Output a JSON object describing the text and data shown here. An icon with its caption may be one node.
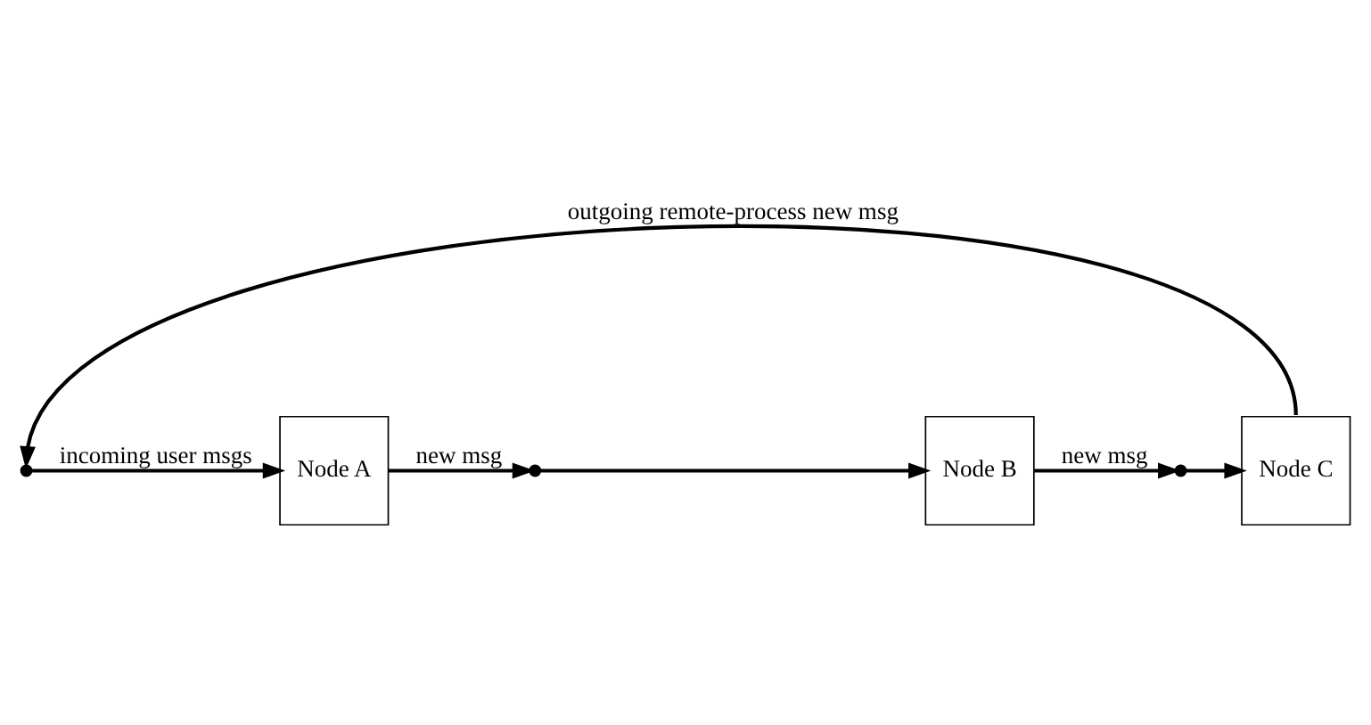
{
  "diagram": {
    "nodes": [
      {
        "text": [
          "Node A"
        ]
      },
      {
        "text": [
          "Node B"
        ]
      },
      {
        "text": [
          "Node C"
        ]
      },
      {
        "text": [],
        "shape": "circle"
      },
      {
        "text": [],
        "shape": "circle"
      },
      {
        "text": [],
        "shape": "circle"
      }
    ],
    "edges": [
      {
        "from": 3,
        "to": 0,
        "arrow": "to",
        "label": "incoming user msgs"
      },
      {
        "from": 4,
        "to": 1,
        "arrow": "to"
      },
      {
        "from": 5,
        "to": 2,
        "arrow": "to"
      },
      {
        "from": 0,
        "to": 4,
        "arrow": "to",
        "label": "new msg"
      },
      {
        "from": 1,
        "to": 5,
        "arrow": "to",
        "label": "new msg"
      },
      {
        "from": 2,
        "to": 3,
        "arrow": "to",
        "label": "outgoing remote-process new msg"
      }
    ]
  }
}
